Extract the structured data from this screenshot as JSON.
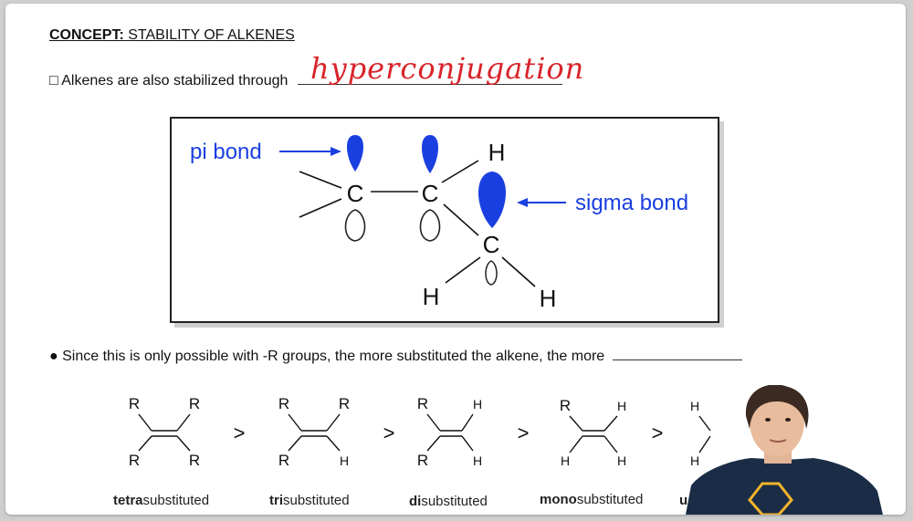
{
  "concept": {
    "prefix": "CONCEPT:",
    "title": "STABILITY OF ALKENES"
  },
  "line1": {
    "bullet": "□",
    "text": "Alkenes are also stabilized through",
    "handwritten_answer": "hyperconjugation"
  },
  "diagram": {
    "pi_label": "pi bond",
    "sigma_label": "sigma bond",
    "atoms": {
      "c1": "C",
      "c2": "C",
      "c3": "C",
      "h_top": "H",
      "h_left": "H",
      "h_right": "H"
    },
    "colors": {
      "orbital_fill": "#1a3fe0",
      "label_color": "#1a3fe0"
    }
  },
  "line2": {
    "bullet": "●",
    "text": "Since this is only possible with -R groups, the more substituted the alkene, the more"
  },
  "series": {
    "gt": ">",
    "molecules": [
      {
        "tl": "R",
        "tr": "R",
        "bl": "R",
        "br": "R",
        "bold": "tetra",
        "rest": "substituted"
      },
      {
        "tl": "R",
        "tr": "R",
        "bl": "R",
        "br": "H",
        "bold": "tri",
        "rest": "substituted"
      },
      {
        "tl": "R",
        "tr": "H",
        "bl": "R",
        "br": "H",
        "bold": "di",
        "rest": "substituted"
      },
      {
        "tl": "R",
        "tr": "H",
        "bl": "H",
        "br": "H",
        "bold": "mono",
        "rest": "substituted"
      },
      {
        "tl": "H",
        "tr": "",
        "bl": "H",
        "br": "",
        "bold": "u",
        "rest": ""
      }
    ]
  },
  "presenter": {
    "shirt_color": "#1b2d46",
    "logo_color": "#f2b42b"
  }
}
